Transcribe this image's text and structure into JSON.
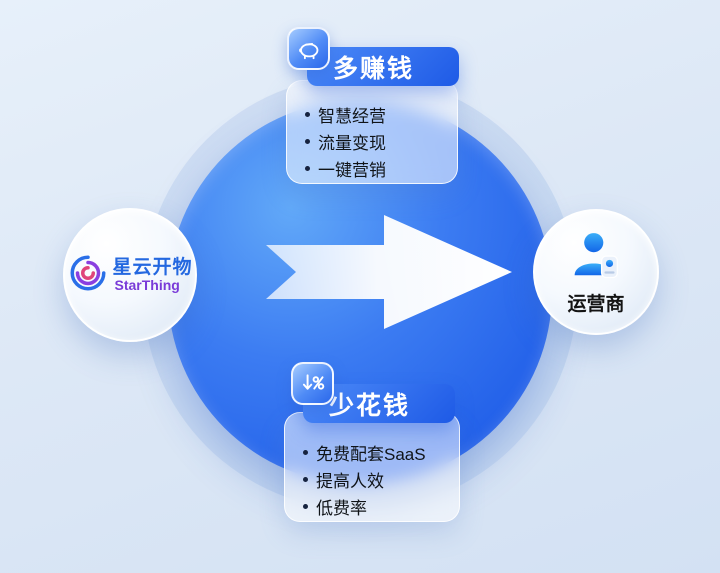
{
  "brand": {
    "name_cn": "星云开物",
    "name_en": "StarThing"
  },
  "flow": {
    "target_label": "运营商"
  },
  "cards": {
    "earn": {
      "title": "多赚钱",
      "icon": "piggy-bank-icon",
      "items": [
        "智慧经营",
        "流量变现",
        "一键营销"
      ]
    },
    "save": {
      "title": "少花钱",
      "icon": "discount-percent-icon",
      "items": [
        "免费配套SaaS",
        "提高人效",
        "低费率"
      ]
    }
  },
  "colors": {
    "background": "#dde8f6",
    "main_circle_blue": "#2f6ceb",
    "halo_ring": "#c6d8f0",
    "badge_blue": "#1e5ae6",
    "arrow_white": "#ffffff",
    "brand_cn_blue": "#2468e0",
    "brand_en_purple": "#7a3bd8",
    "text_dark": "#101418"
  }
}
